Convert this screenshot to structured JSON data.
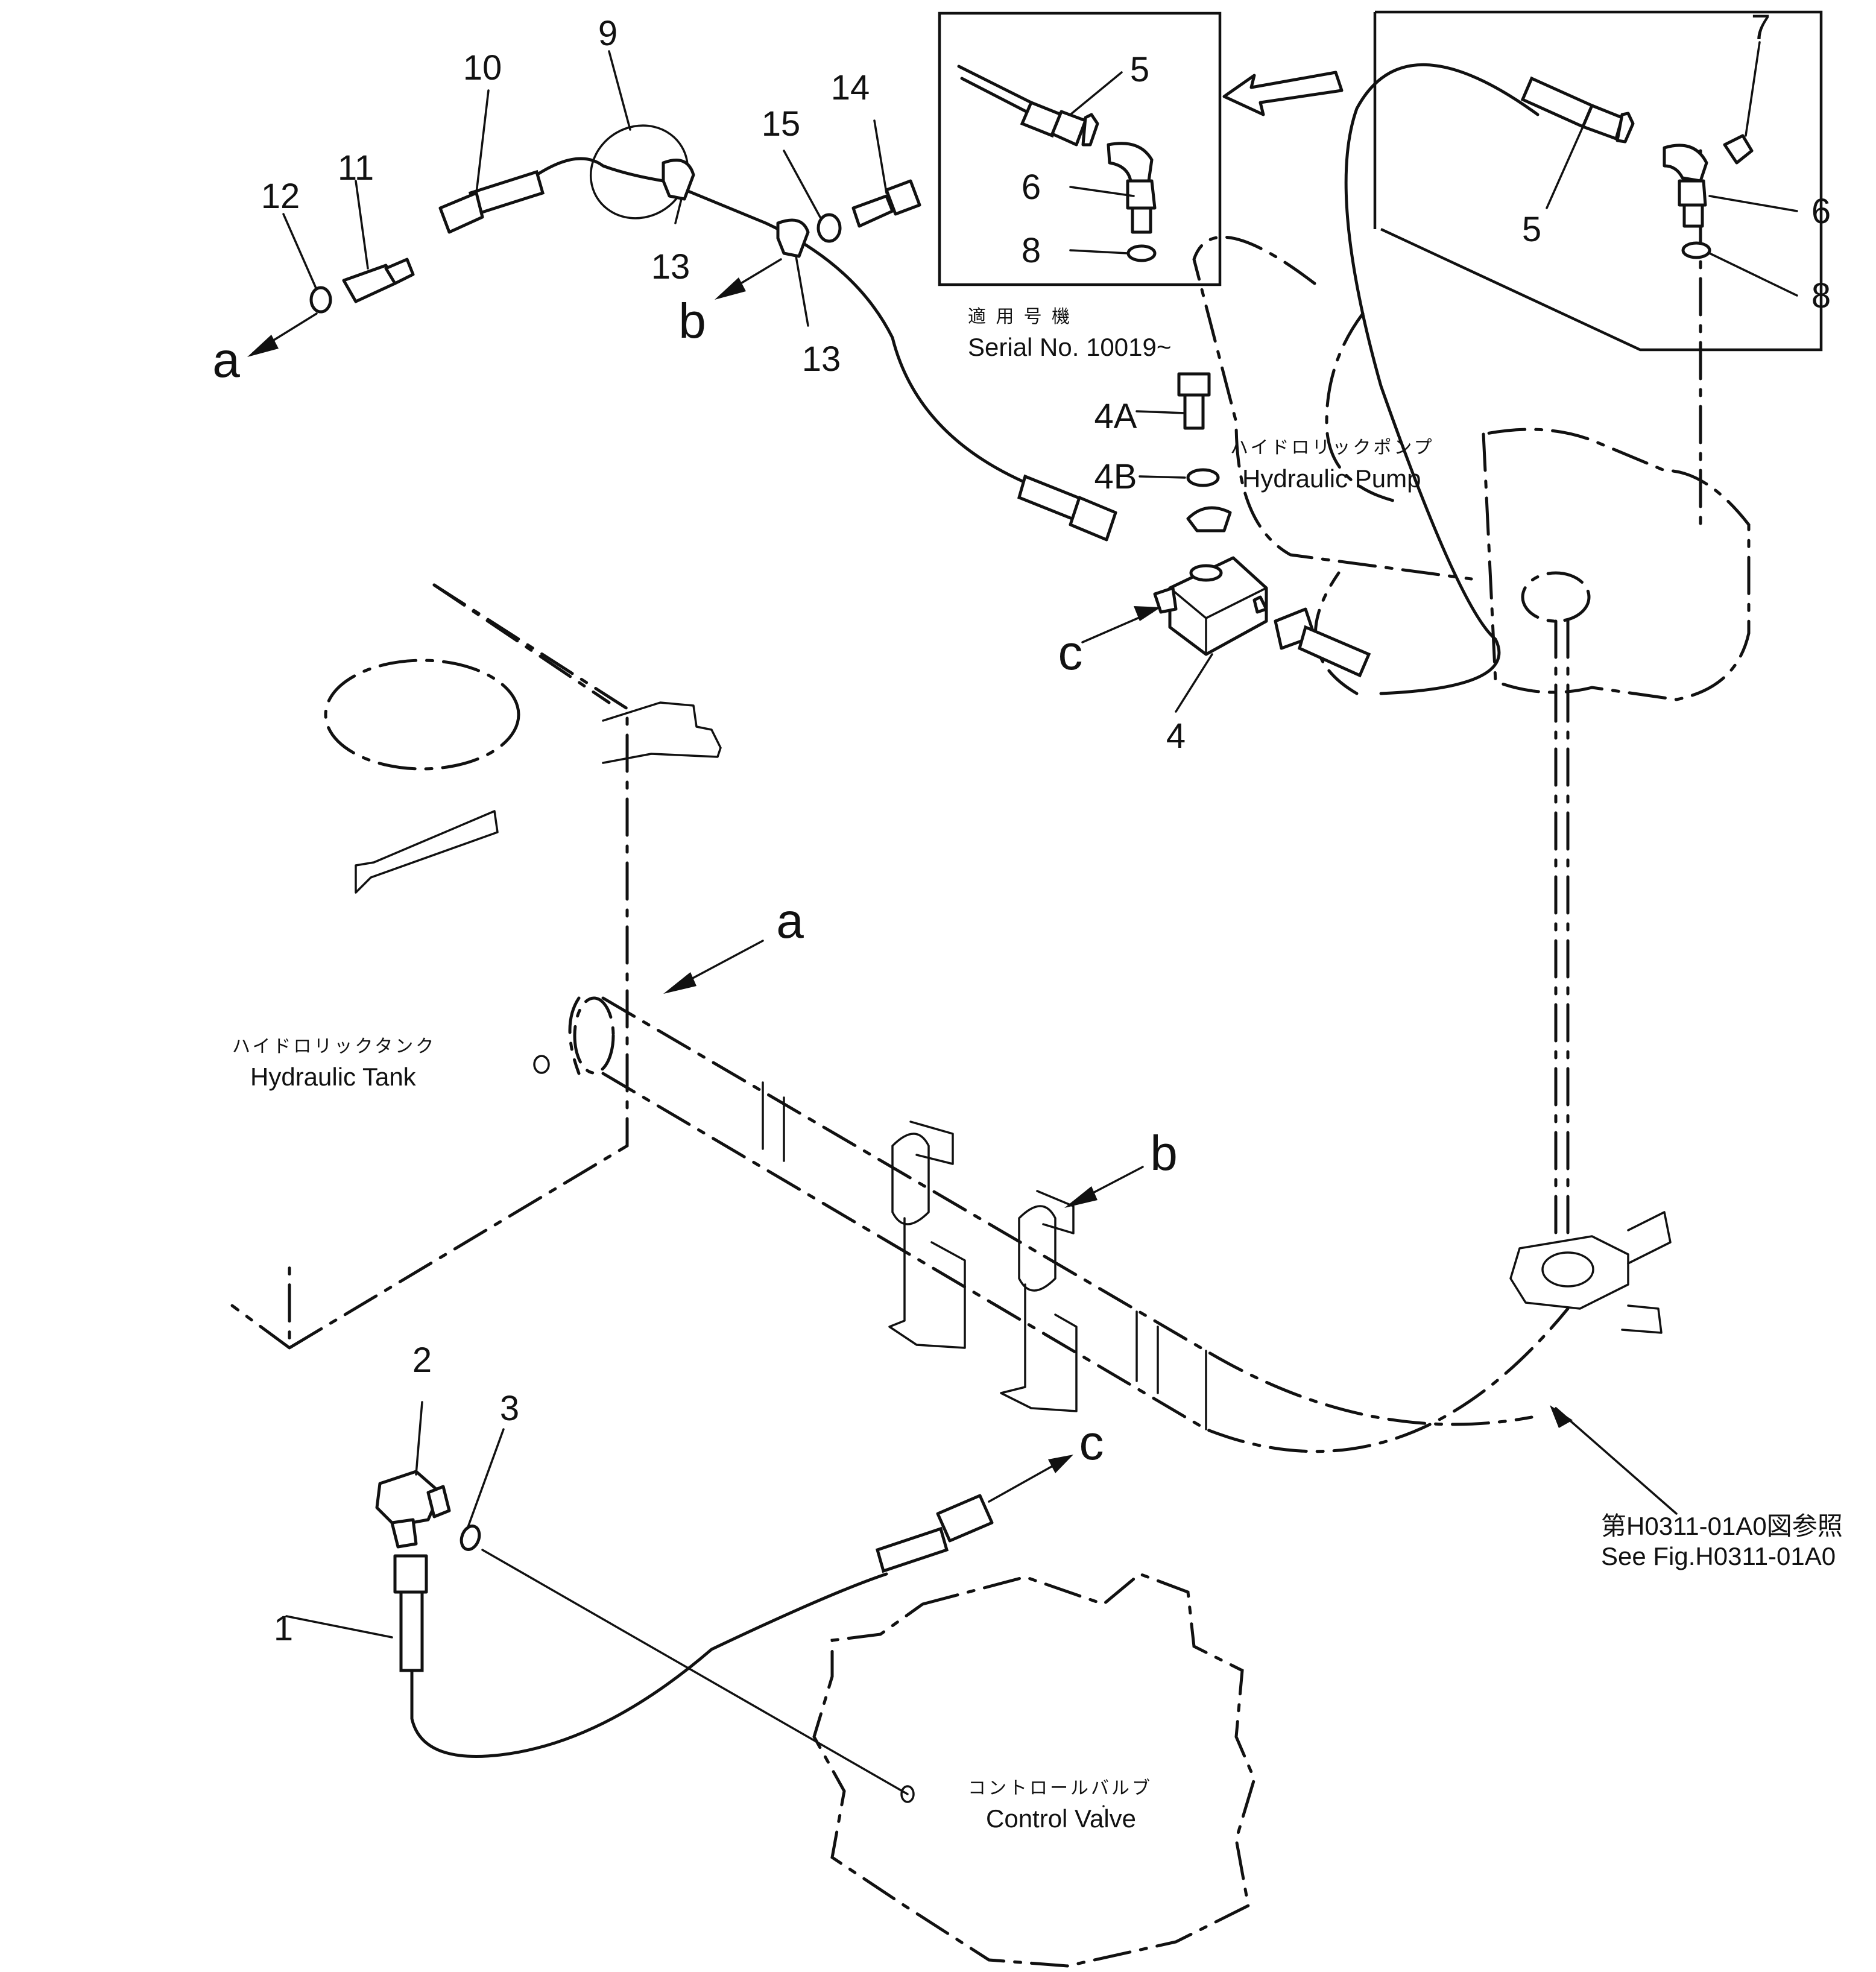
{
  "callouts": {
    "c1": "1",
    "c2": "2",
    "c3": "3",
    "c4": "4",
    "c4a": "4A",
    "c4b": "4B",
    "c5_inset": "5",
    "c6_inset": "6",
    "c8_inset": "8",
    "c5": "5",
    "c6": "6",
    "c7": "7",
    "c8": "8",
    "c9": "9",
    "c10": "10",
    "c11": "11",
    "c12": "12",
    "c13_a": "13",
    "c13_b": "13",
    "c14": "14",
    "c15": "15"
  },
  "connection_letters": {
    "a_top": "a",
    "b_top": "b",
    "c_mid": "c",
    "a_pipe": "a",
    "b_pipe": "b",
    "c_bottom": "c"
  },
  "labels": {
    "inset_jp": "適 用 号 機",
    "inset_serial": "Serial No. 10019~",
    "pump_jp": "ハイドロリックポンプ",
    "pump_en": "Hydraulic Pump",
    "tank_jp": "ハイドロリックタンク",
    "tank_en": "Hydraulic Tank",
    "valve_jp": "コントロールバルブ",
    "valve_en": "Control Valve",
    "ref_jp": "第H0311-01A0図参照",
    "ref_en": "See Fig.H0311-01A0"
  }
}
